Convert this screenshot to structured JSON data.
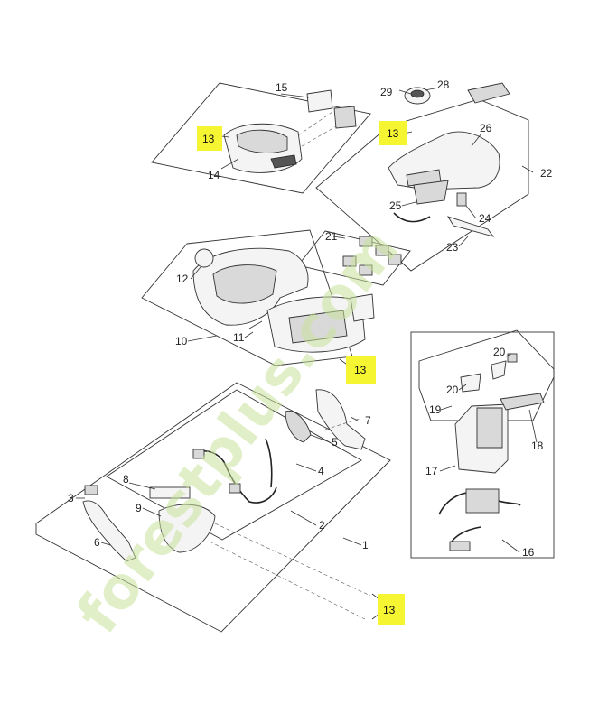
{
  "colors": {
    "highlight": "#f5f531",
    "watermark": "#c8e39a",
    "watermark_accent": "#f3b97a",
    "line": "#333333"
  },
  "watermark": {
    "text": "forestplus.com"
  },
  "labels": {
    "p1": "1",
    "p2": "2",
    "p3": "3",
    "p4": "4",
    "p5": "5",
    "p6": "6",
    "p7": "7",
    "p8": "8",
    "p9": "9",
    "p10": "10",
    "p11": "11",
    "p12": "12",
    "p13a": "13",
    "p13b": "13",
    "p13c": "13",
    "p13d": "13",
    "p14": "14",
    "p15": "15",
    "p16": "16",
    "p17": "17",
    "p18": "18",
    "p19": "19",
    "p20a": "20",
    "p20b": "20",
    "p21": "21",
    "p22": "22",
    "p23": "23",
    "p24": "24",
    "p25": "25",
    "p26": "26",
    "p28": "28",
    "p29": "29"
  }
}
